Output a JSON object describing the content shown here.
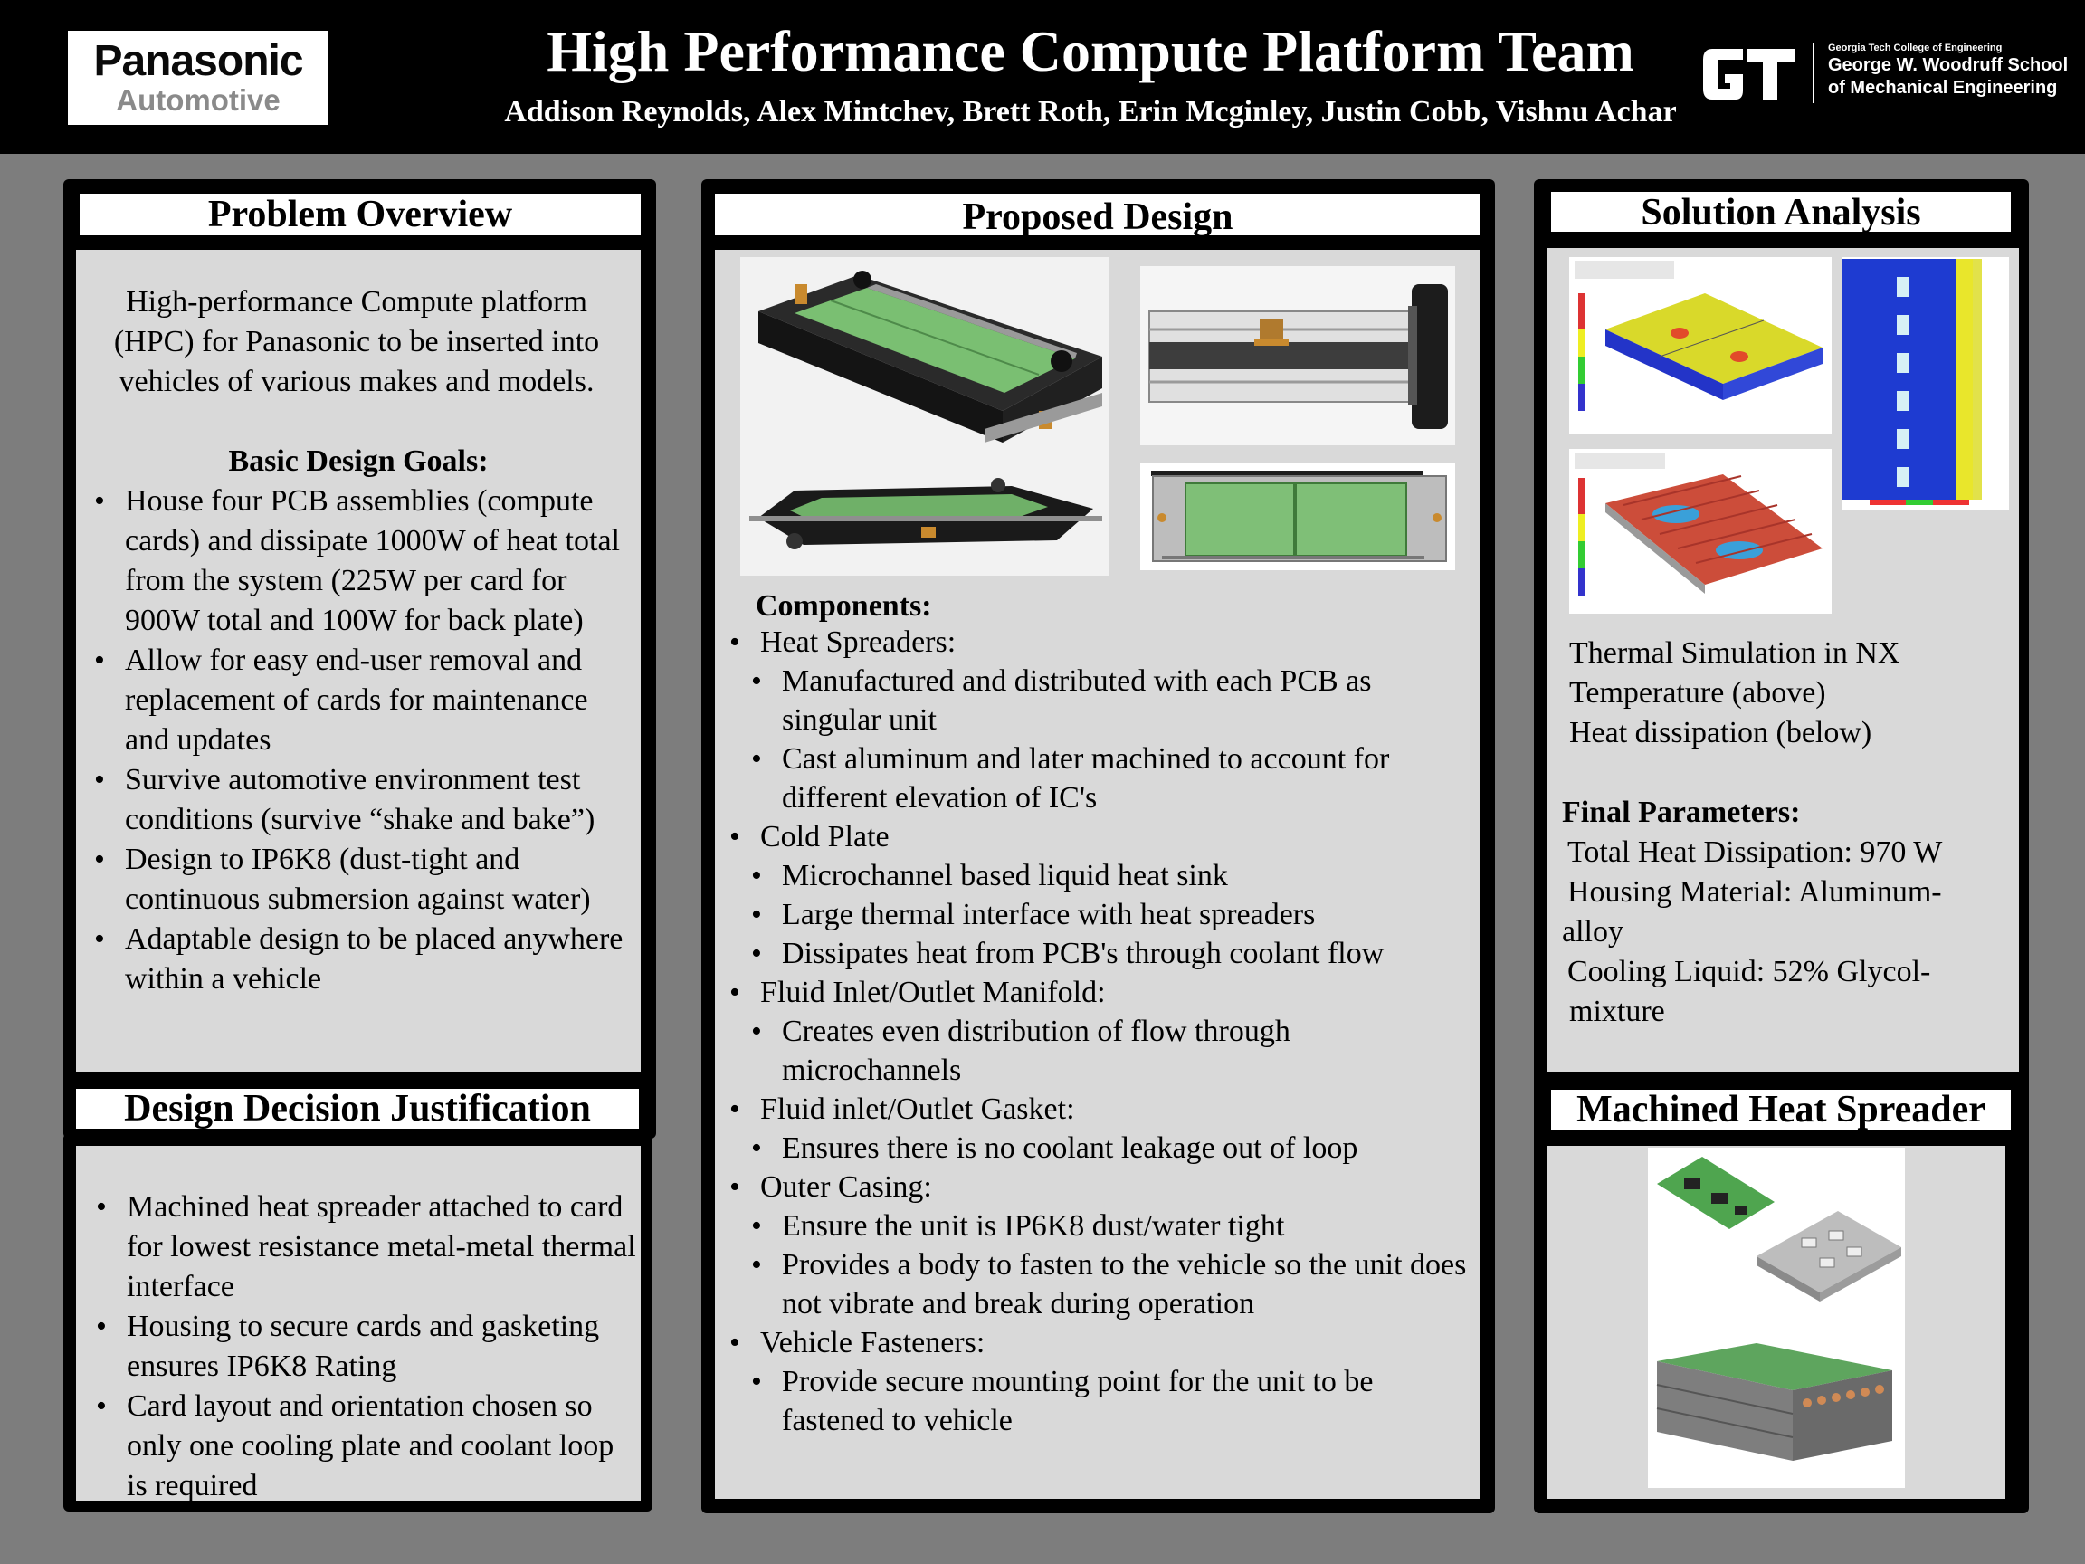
{
  "header": {
    "title": "High Performance Compute Platform Team",
    "authors": "Addison Reynolds, Alex Mintchev, Brett Roth, Erin Mcginley, Justin Cobb, Vishnu Achar",
    "left_logo": {
      "line1": "Panasonic",
      "line2": "Automotive"
    },
    "right_logo": {
      "mark": "GT",
      "small": "Georgia Tech College of Engineering",
      "line1": "George W. Woodruff School",
      "line2": "of Mechanical Engineering"
    }
  },
  "problem": {
    "heading": "Problem Overview",
    "intro": "High-performance Compute platform (HPC) for Panasonic to be inserted into vehicles of various makes and models.",
    "goals_heading": "Basic Design Goals:",
    "goals": [
      "House four PCB assemblies (compute cards) and dissipate 1000W of heat total from the system (225W per card for 900W total and 100W for back plate)",
      "Allow for easy end-user removal and replacement of cards for maintenance and updates",
      "Survive automotive environment test conditions (survive “shake and bake”)",
      "Design to IP6K8 (dust-tight and continuous submersion against water)",
      "Adaptable design to be placed anywhere within a vehicle"
    ]
  },
  "justification": {
    "heading": "Design Decision Justification",
    "items": [
      "Machined heat spreader attached to card for lowest resistance metal-metal thermal interface",
      "Housing to secure cards and gasketing ensures IP6K8 Rating",
      "Card layout and orientation chosen so only one cooling plate and coolant loop is required"
    ]
  },
  "design": {
    "heading": "Proposed Design",
    "components_heading": "Components:",
    "components": [
      {
        "name": "Heat Spreaders:",
        "items": [
          "Manufactured and distributed with each PCB as singular unit",
          "Cast aluminum and later machined to account for different elevation of IC's"
        ]
      },
      {
        "name": "Cold Plate",
        "items": [
          "Microchannel based liquid heat sink",
          "Large thermal interface with heat spreaders",
          "Dissipates heat from PCB's through coolant flow"
        ]
      },
      {
        "name": "Fluid Inlet/Outlet Manifold:",
        "items": [
          "Creates even distribution of flow through microchannels"
        ]
      },
      {
        "name": "Fluid inlet/Outlet Gasket:",
        "items": [
          " Ensures there is no coolant leakage out of loop"
        ]
      },
      {
        "name": "Outer Casing:",
        "items": [
          "Ensure the unit is IP6K8 dust/water tight",
          "Provides a body to fasten to the vehicle so the unit does not vibrate and break during operation"
        ]
      },
      {
        "name": "Vehicle Fasteners:",
        "items": [
          "Provide secure mounting point for the unit to be fastened to vehicle"
        ]
      }
    ]
  },
  "solution": {
    "heading": "Solution Analysis",
    "sim_lines": [
      "Thermal Simulation in NX",
      "Temperature (above)",
      "Heat dissipation (below)"
    ],
    "params_heading": "Final Parameters:",
    "params": [
      "Total Heat Dissipation:  970 W",
      "Housing Material: Aluminum-",
      "alloy",
      "Cooling Liquid: 52% Glycol-",
      "mixture"
    ]
  },
  "spreader": {
    "heading": "Machined Heat Spreader"
  },
  "colors": {
    "background": "#7d7d7d",
    "panel": "#000000",
    "content": "#d9d9d9",
    "pcb_green": "#5fa35f",
    "thermal_red": "#d9443a",
    "thermal_blue": "#1f3fd9",
    "thermal_yellow": "#e6e32a"
  }
}
